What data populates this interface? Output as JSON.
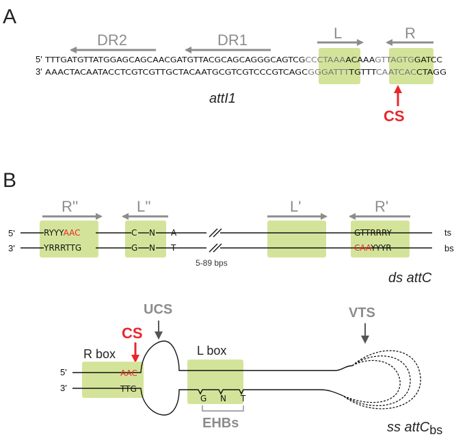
{
  "colors": {
    "box_fill": "#d3e49a",
    "accent_red": "#e8262b",
    "arrow_grey": "#8c8c8c",
    "line": "#111111"
  },
  "panelA": {
    "letter": "A",
    "top_prime": "5'",
    "bottom_prime": "3'",
    "top_black_1": "TTTGATGTTATGGAGCAGCAACGATGTTACGCAGCAGGGCAGTCG",
    "top_grey_1": "CCCTAAA",
    "top_black_2": "ACAAA",
    "top_grey_2": "GTTAGTG",
    "top_black_3": "GATCC",
    "bottom_black_1": "AAACTACAATACCTCGTCGTTGCTACAATGCGTCGTCCCGTCAGC",
    "bottom_grey_1": "GGGATTT",
    "bottom_black_2": "TGTTT",
    "bottom_grey_2": "CAATCAC",
    "bottom_black_3": "CTAGG",
    "dr2": "DR2",
    "dr1": "DR1",
    "l": "L",
    "r": "R",
    "site_name": "attI1",
    "cs": "CS"
  },
  "panelB": {
    "letter": "B",
    "ds": {
      "top_prime": "5'",
      "bottom_prime": "3'",
      "r2": "R''",
      "l2": "L''",
      "l1": "L'",
      "r1": "R'",
      "r2_top_black": "RYYY",
      "r2_top_red": "AAC",
      "r2_bottom": "YRRRTTG",
      "l2_top_a": "C",
      "l2_top_b": "N",
      "l2_top_c": "A",
      "l2_bot_a": "G",
      "l2_bot_b": "N",
      "l2_bot_c": "T",
      "spacer": "5-89 bps",
      "r1_top": "GTTRRRY",
      "r1_bottom_red": "CAA",
      "r1_bottom_black": "YYYR",
      "ts": "ts",
      "bs": "bs",
      "label": "ds attC"
    },
    "ss": {
      "ucs": "UCS",
      "vts": "VTS",
      "cs": "CS",
      "r_box": "R box",
      "l_box": "L box",
      "top_prime": "5'",
      "bottom_prime": "3'",
      "aac": "AAC",
      "ttg": "TTG",
      "ehb_g": "G",
      "ehb_n": "N",
      "ehb_t": "T",
      "ehbs": "EHBs",
      "label_main": "ss attC",
      "label_sub": "bs"
    }
  }
}
